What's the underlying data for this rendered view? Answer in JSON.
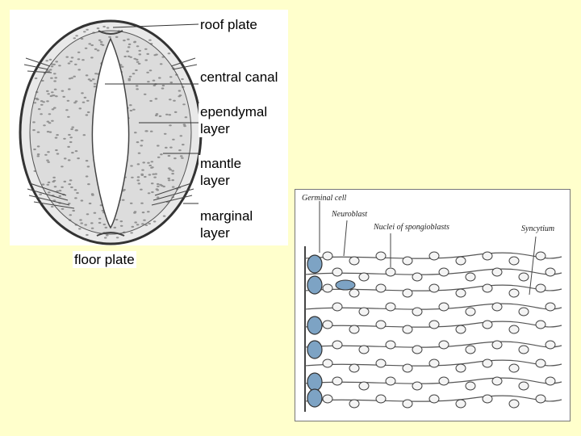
{
  "left_labels": {
    "roof_plate": "roof plate",
    "central_canal": "central canal",
    "ependymal_layer_line1": "ependymal",
    "ependymal_layer_line2": "layer",
    "mantle_layer_line1": "mantle",
    "mantle_layer_line2": "layer",
    "marginal_layer_line1": "marginal",
    "marginal_layer_line2": "layer",
    "floor_plate": "floor plate"
  },
  "right_labels": {
    "germinal_cell": "Germinal cell",
    "neuroblast": "Neuroblast",
    "nuclei_of_spongioblasts": "Nuclei of spongioblasts",
    "syncytium": "Syncytium"
  },
  "colors": {
    "background": "#ffffcc",
    "panel": "#ffffff",
    "ink": "#333333",
    "germinal_nucleus": "#7da3c4"
  }
}
